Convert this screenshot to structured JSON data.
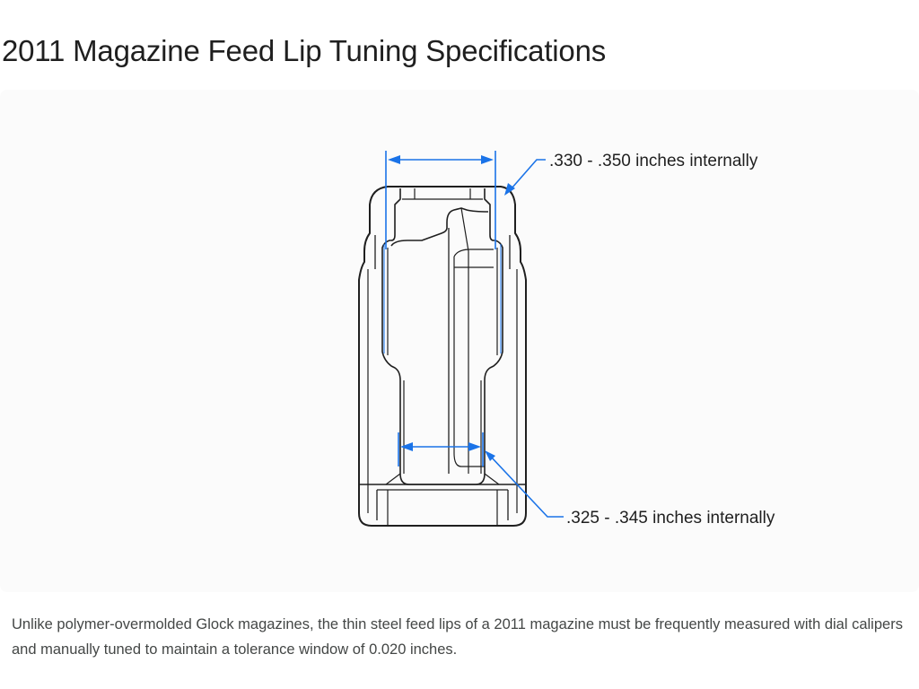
{
  "page": {
    "title": "2011 Magazine Feed Lip Tuning Specifications",
    "caption": "Unlike polymer-overmolded Glock magazines, the thin steel feed lips of a 2011 magazine must be frequently measured with dial calipers and manually tuned to maintain a tolerance window of 0.020 inches."
  },
  "diagram": {
    "subject": "2011 magazine top view (feed lips)",
    "callouts": [
      {
        "id": "upper",
        "label": ".330 - .350 inches internally",
        "target": "feed lip opening (top)"
      },
      {
        "id": "lower",
        "label": ".325 - .345 inches internally",
        "target": "feed lip opening (rear)"
      }
    ],
    "colors": {
      "dimension_line": "#1a73e8",
      "outline": "#1f1f1f",
      "background": "#fbfbfb"
    }
  }
}
